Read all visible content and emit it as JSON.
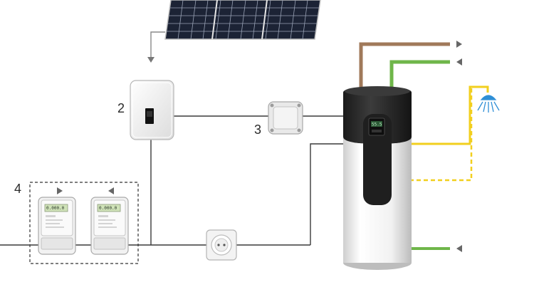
{
  "labels": {
    "inverter": "2",
    "junction_box": "3",
    "meters": "4"
  },
  "meters": [
    {
      "display": "0.000.0",
      "arrow": "right"
    },
    {
      "display": "0.000.0",
      "arrow": "left"
    }
  ],
  "boiler": {
    "display": "55.5"
  },
  "colors": {
    "hot_pipe": "#a0795a",
    "cold_pipe": "#6fb64a",
    "circulation": "#f2cf1e",
    "cable": "#3a3a3a",
    "boiler_body": "#ececec",
    "boiler_top": "#2b2b2b",
    "shower": "#2f8fd6"
  },
  "icons": [
    "solar-panel-icon",
    "inverter-icon",
    "junction-box-icon",
    "socket-icon",
    "electricity-meter-icon",
    "shower-icon",
    "heat-pump-boiler-icon",
    "arrow-right-icon",
    "arrow-left-icon"
  ]
}
